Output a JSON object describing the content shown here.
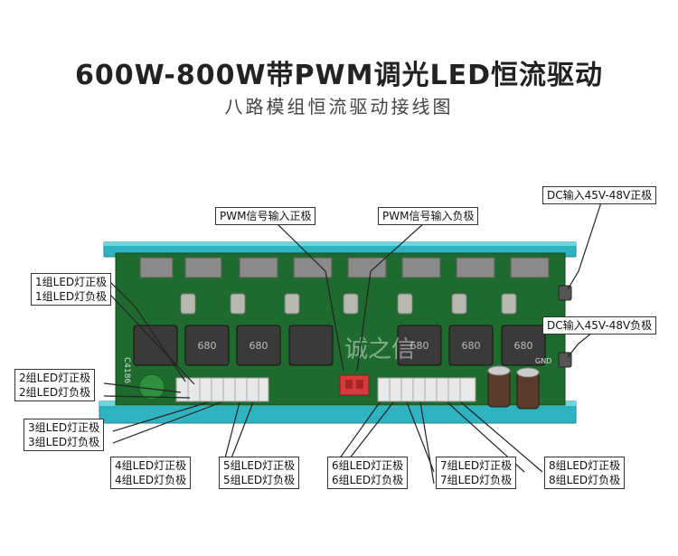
{
  "title": "600W-800W带PWM调光LED恒流驱动",
  "subtitle": "八路模组恒流驱动接线图",
  "board_text": {
    "model": "C4186",
    "watermark": "诚之信",
    "inductor_mark": "680",
    "gnd": "GND"
  },
  "labels": {
    "pwm_pos": "PWM信号输入正极",
    "pwm_neg": "PWM信号输入负极",
    "dc_pos": "DC输入45V-48V正极",
    "dc_neg": "DC输入45V-48V负极",
    "g1_pos": "1组LED灯正极",
    "g1_neg": "1组LED灯负极",
    "g2_pos": "2组LED灯正极",
    "g2_neg": "2组LED灯负极",
    "g3_pos": "3组LED灯正极",
    "g3_neg": "3组LED灯负极",
    "g4_pos": "4组LED灯正极",
    "g4_neg": "4组LED灯负极",
    "g5_pos": "5组LED灯正极",
    "g5_neg": "5组LED灯负极",
    "g6_pos": "6组LED灯正极",
    "g6_neg": "6组LED灯负极",
    "g7_pos": "7组LED灯正极",
    "g7_neg": "7组LED灯负极",
    "g8_pos": "8组LED灯正极",
    "g8_neg": "8组LED灯负极"
  },
  "colors": {
    "pcb": "#1f6b2f",
    "heatsink": "#2fb3c0",
    "connector": "#e8e8e8",
    "pwm_connector": "#d63a3a",
    "leader": "#222222"
  }
}
